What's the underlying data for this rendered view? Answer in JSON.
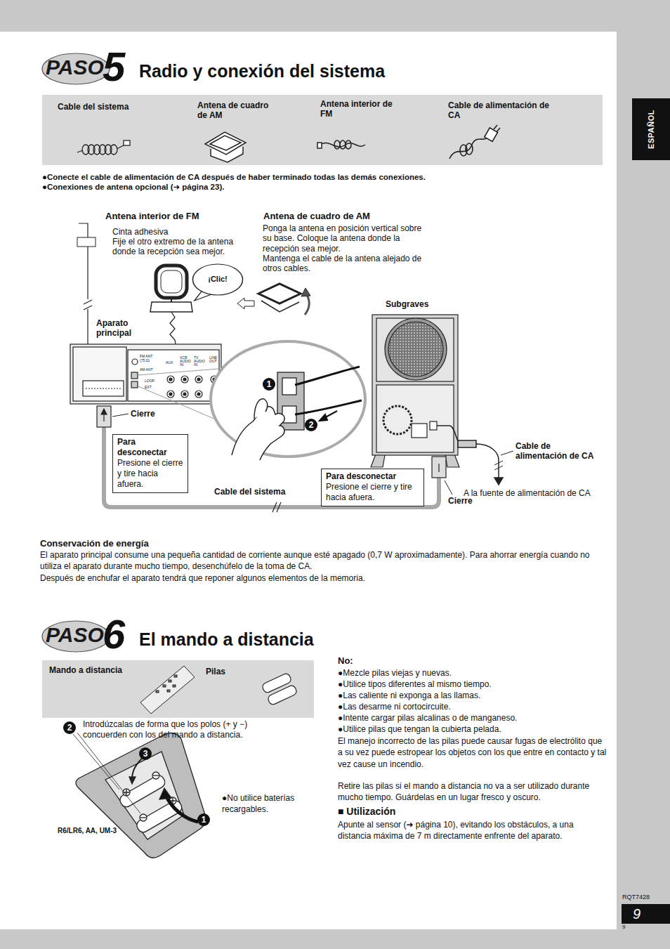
{
  "diagram": {
    "nodes": [
      {
        "text": [
          "PASO",
          "5"
        ]
      },
      {
        "text": [
          "ESPAÑOL"
        ]
      },
      {
        "text": [
          "¡Clic!"
        ]
      },
      {
        "text": [
          "1"
        ]
      },
      {
        "text": [
          "2"
        ]
      },
      {
        "text": [
          "Para desconectar",
          "Presione el cierre y tire hacia afuera."
        ]
      },
      {
        "text": [
          "Para desconectar",
          "Presione el cierre y tire hacia afuera."
        ]
      },
      {
        "text": [
          "PASO",
          "6"
        ]
      },
      {
        "text": [
          "2"
        ]
      },
      {
        "text": [
          "3"
        ]
      },
      {
        "text": [
          "1"
        ]
      },
      {
        "text": [
          "9"
        ]
      }
    ],
    "labels": [
      "Radio y conexión del sistema",
      "Cable del sistema",
      "Antena de cuadro de AM",
      "Antena interior de FM",
      "Cable de alimentación de CA",
      "●Conecte el cable de alimentación de CA después de haber terminado todas las demás conexiones.",
      "●Conexiones de antena opcional (➜ página 23).",
      "Antena interior de FM",
      "Cinta adhesiva",
      "Fije el otro extremo de la antena donde la recepción sea mejor.",
      "Antena de cuadro de AM",
      "Ponga la antena en posición vertical sobre su base. Coloque la antena donde la recepción sea mejor.",
      "Mantenga el cable de la antena alejado de otros cables.",
      "Subgraves",
      "Aparato principal",
      "FM ANT",
      "(75 Ω)",
      "AM ANT",
      "LOOP",
      "EXT",
      "AUX",
      "VCR AUDIO IN",
      "TV AUDIO IN",
      "LINE OUT",
      "Cierre",
      "Cable del sistema",
      "Cable de alimentación de CA",
      "A la fuente de alimentación de CA",
      "Cierre",
      "Conservación de energía",
      "El aparato principal consume una pequeña cantidad de corriente aunque esté apagado (0,7 W aproximadamente). Para ahorrar energía cuando no utiliza el aparato durante mucho tiempo, desenchúfelo de la toma de CA.",
      "Después de enchufar el aparato tendrá que reponer algunos elementos de la memoria.",
      "El mando a distancia",
      "Mando a distancia",
      "Pilas",
      "Introdúzcalas de forma que los polos (+ y −) concuerden con los del mando a distancia.",
      "●No utilice baterías recargables.",
      "R6/LR6, AA, UM-3",
      "No:",
      "●Mezcle pilas viejas y nuevas.",
      "●Utilice tipos diferentes al mismo tiempo.",
      "●Las caliente ni exponga a las llamas.",
      "●Las desarme ni cortocircuite.",
      "●Intente cargar pilas alcalinas o de manganeso.",
      "●Utilice pilas que tengan la cubierta pelada.",
      "El manejo incorrecto de las pilas puede causar fugas de electrólito que a su vez puede estropear los objetos con los que entre en contacto y tal vez cause un incendio.",
      "Retire las pilas si el mando a distancia no va a ser utilizado durante mucho tiempo. Guárdelas en un lugar fresco y oscuro.",
      "■ Utilización",
      "Apunte al sensor (➜ página 10), evitando los obstáculos, a una distancia máxima de 7 m directamente enfrente del aparato.",
      "RQT7428",
      "9"
    ]
  }
}
